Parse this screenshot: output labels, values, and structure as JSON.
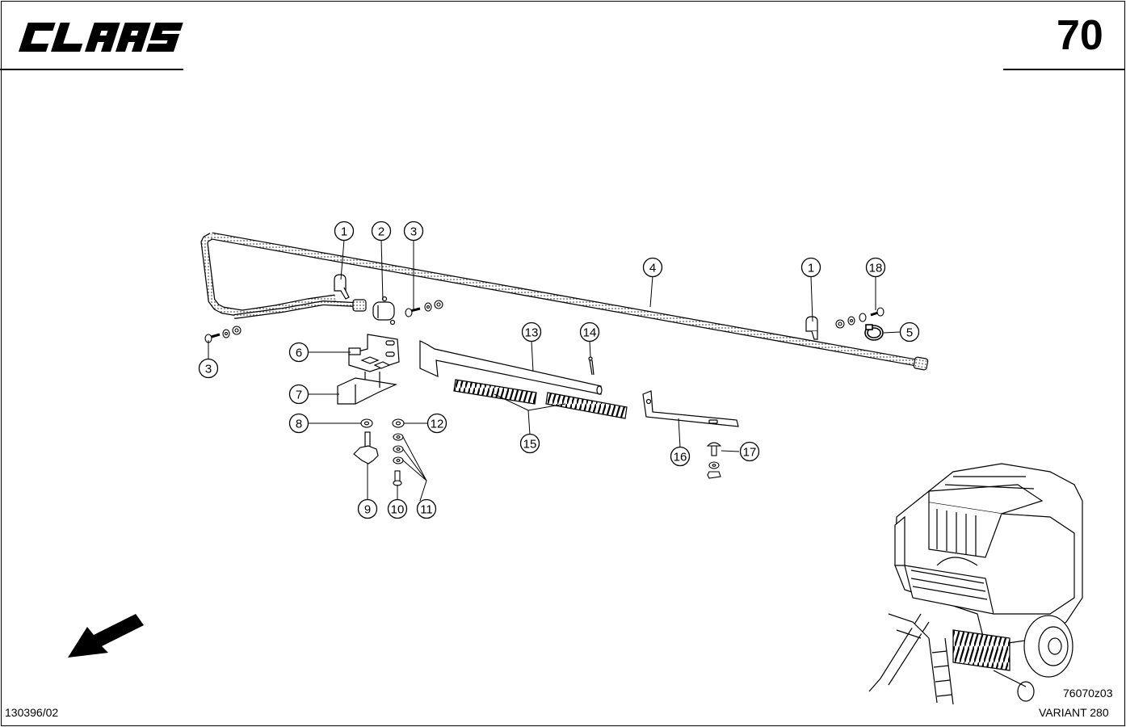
{
  "header": {
    "brand": "CLAAS",
    "page_number": "70"
  },
  "footer": {
    "doc_number": "130396/02",
    "drawing_code": "76070z03",
    "model": "VARIANT 280"
  },
  "callouts": [
    {
      "id": "c1a",
      "label": "1"
    },
    {
      "id": "c2",
      "label": "2"
    },
    {
      "id": "c3a",
      "label": "3"
    },
    {
      "id": "c4",
      "label": "4"
    },
    {
      "id": "c1b",
      "label": "1"
    },
    {
      "id": "c18",
      "label": "18"
    },
    {
      "id": "c5",
      "label": "5"
    },
    {
      "id": "c3b",
      "label": "3"
    },
    {
      "id": "c6",
      "label": "6"
    },
    {
      "id": "c7",
      "label": "7"
    },
    {
      "id": "c8",
      "label": "8"
    },
    {
      "id": "c12",
      "label": "12"
    },
    {
      "id": "c9",
      "label": "9"
    },
    {
      "id": "c10",
      "label": "10"
    },
    {
      "id": "c11",
      "label": "11"
    },
    {
      "id": "c13",
      "label": "13"
    },
    {
      "id": "c14",
      "label": "14"
    },
    {
      "id": "c15",
      "label": "15"
    },
    {
      "id": "c16",
      "label": "16"
    },
    {
      "id": "c17",
      "label": "17"
    }
  ],
  "icons": {
    "direction_arrow": "direction-arrow-icon",
    "machine_overview": "round-baler-overview-illustration"
  }
}
